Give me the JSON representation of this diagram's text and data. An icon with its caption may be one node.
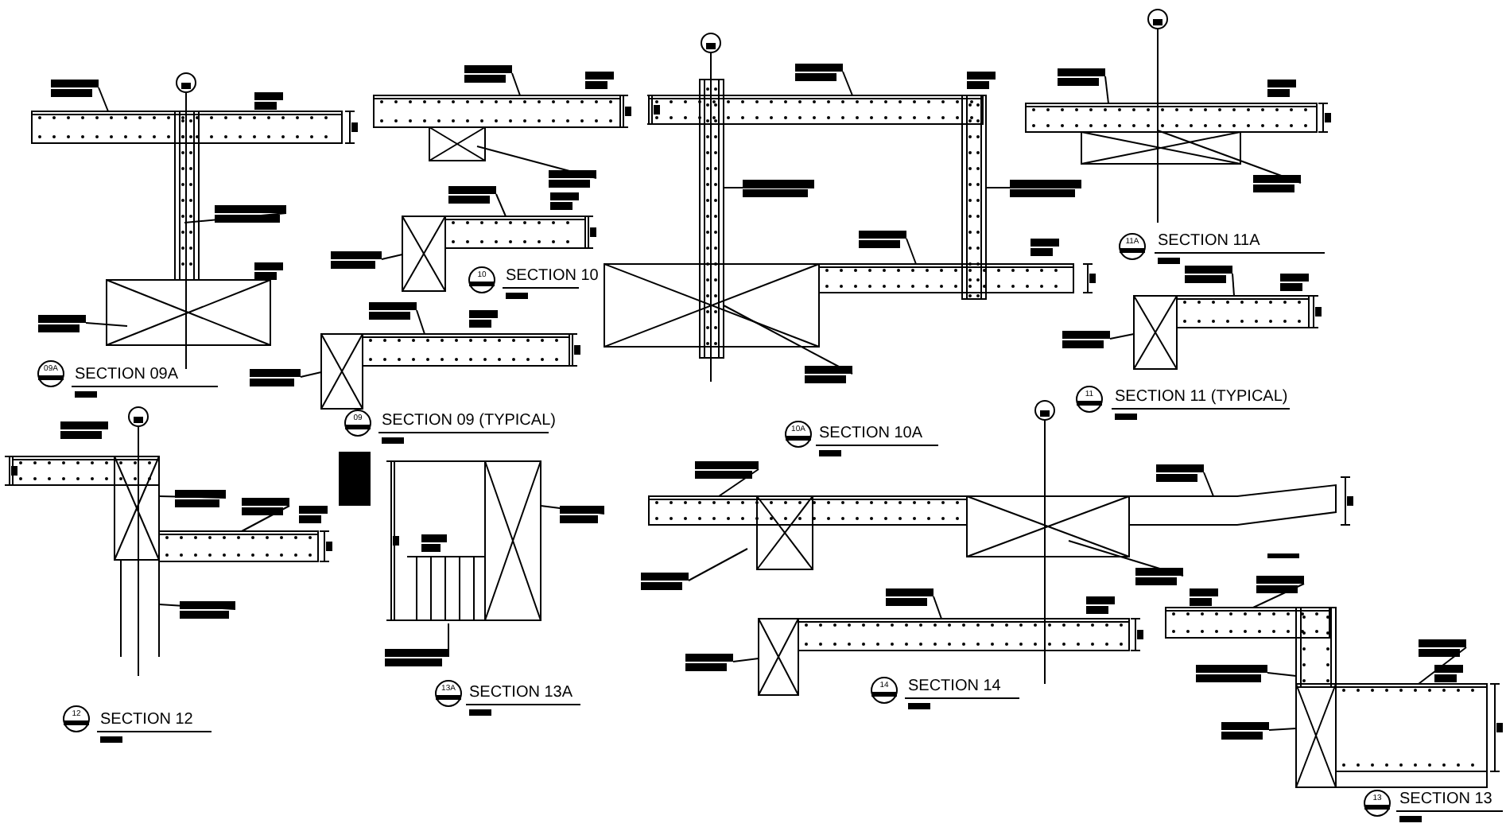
{
  "diagram": {
    "labels": [
      "09A",
      "SECTION 09A",
      "10",
      "SECTION 10",
      "09",
      "SECTION 09 (TYPICAL)",
      "10A",
      "SECTION 10A",
      "11A",
      "SECTION 11A",
      "11",
      "SECTION 11 (TYPICAL)",
      "12",
      "SECTION 12",
      "13A",
      "SECTION 13A",
      "14",
      "SECTION 14",
      "13",
      "SECTION 13"
    ]
  }
}
